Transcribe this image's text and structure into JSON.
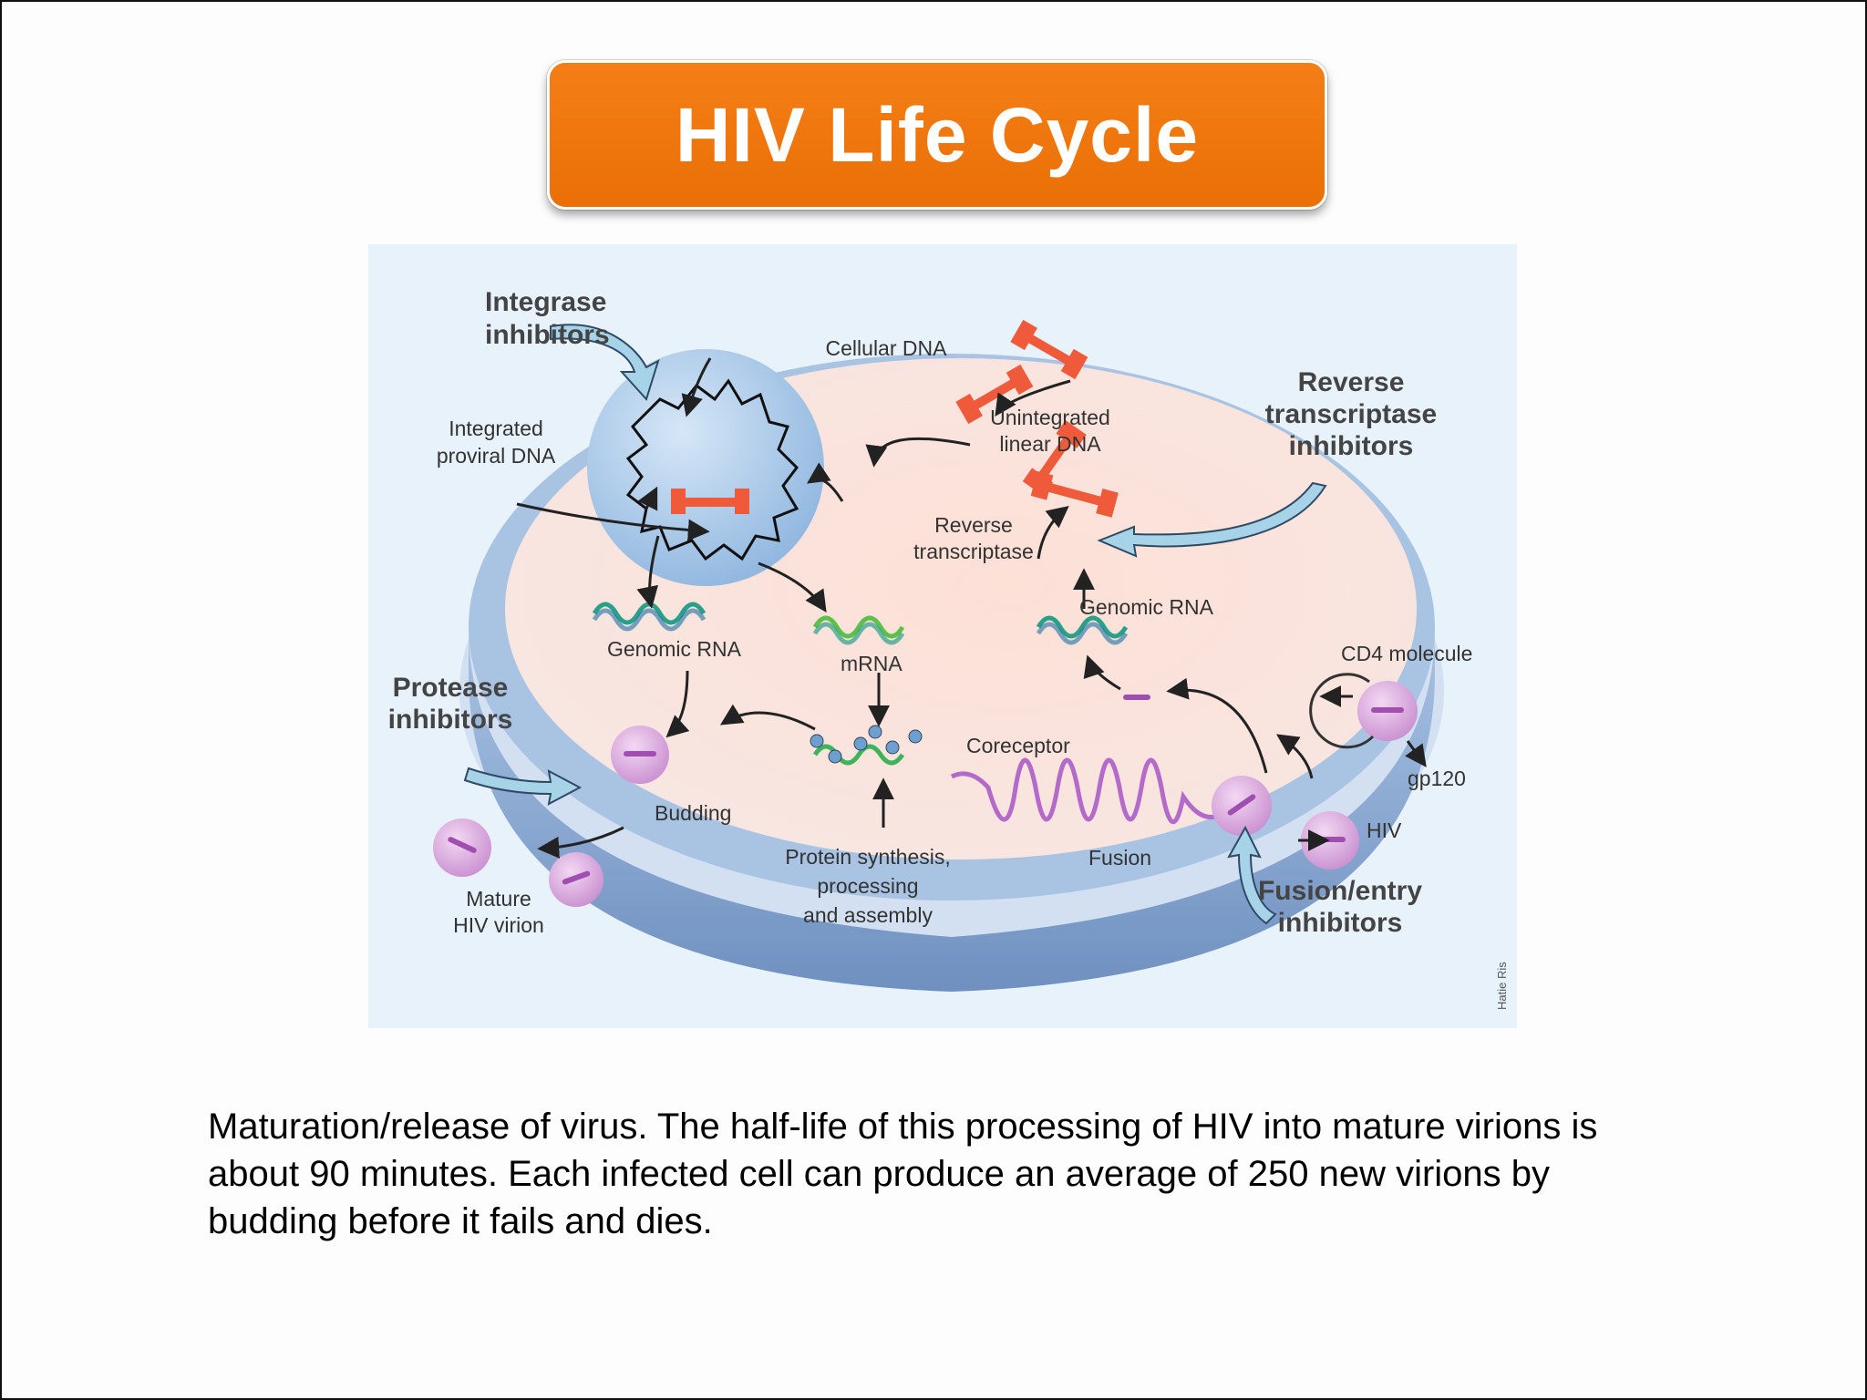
{
  "slide": {
    "title": "HIV Life Cycle",
    "caption": "Maturation/release of virus. The half-life of this processing of HIV into mature virions is about 90 minutes. Each infected cell can produce an average of 250 new virions by budding before it fails and dies."
  },
  "diagram": {
    "drug_classes": {
      "integrase": [
        "Integrase",
        "inhibitors"
      ],
      "reverse_transcriptase": [
        "Reverse",
        "transcriptase",
        "inhibitors"
      ],
      "protease": [
        "Protease",
        "inhibitors"
      ],
      "fusion_entry": [
        "Fusion/entry",
        "inhibitors"
      ]
    },
    "labels": {
      "cellular_dna": "Cellular DNA",
      "integrated_proviral_dna": [
        "Integrated",
        "proviral DNA"
      ],
      "unintegrated_linear_dna": [
        "Unintegrated",
        "linear DNA"
      ],
      "reverse_transcriptase": [
        "Reverse",
        "transcriptase"
      ],
      "genomic_rna_right": "Genomic RNA",
      "genomic_rna_left": "Genomic RNA",
      "mrna": "mRNA",
      "cd4_molecule": "CD4 molecule",
      "coreceptor": "Coreceptor",
      "gp120": "gp120",
      "hiv": "HIV",
      "fusion": "Fusion",
      "budding": "Budding",
      "mature_hiv_virion": [
        "Mature",
        "HIV virion"
      ],
      "protein_synthesis": [
        "Protein synthesis,",
        "processing",
        "and assembly"
      ],
      "credit": "Hatie Ris"
    },
    "colors": {
      "background": "#e8f2fb",
      "cytoplasm": "#fde6dc",
      "membrane": "#8eb0d8",
      "nucleus": "#9fc3e8",
      "dna": "#ee5a3a",
      "rna": "#2aa089",
      "virion": "#d9a8dc",
      "coreceptor": "#b36ac9"
    }
  }
}
